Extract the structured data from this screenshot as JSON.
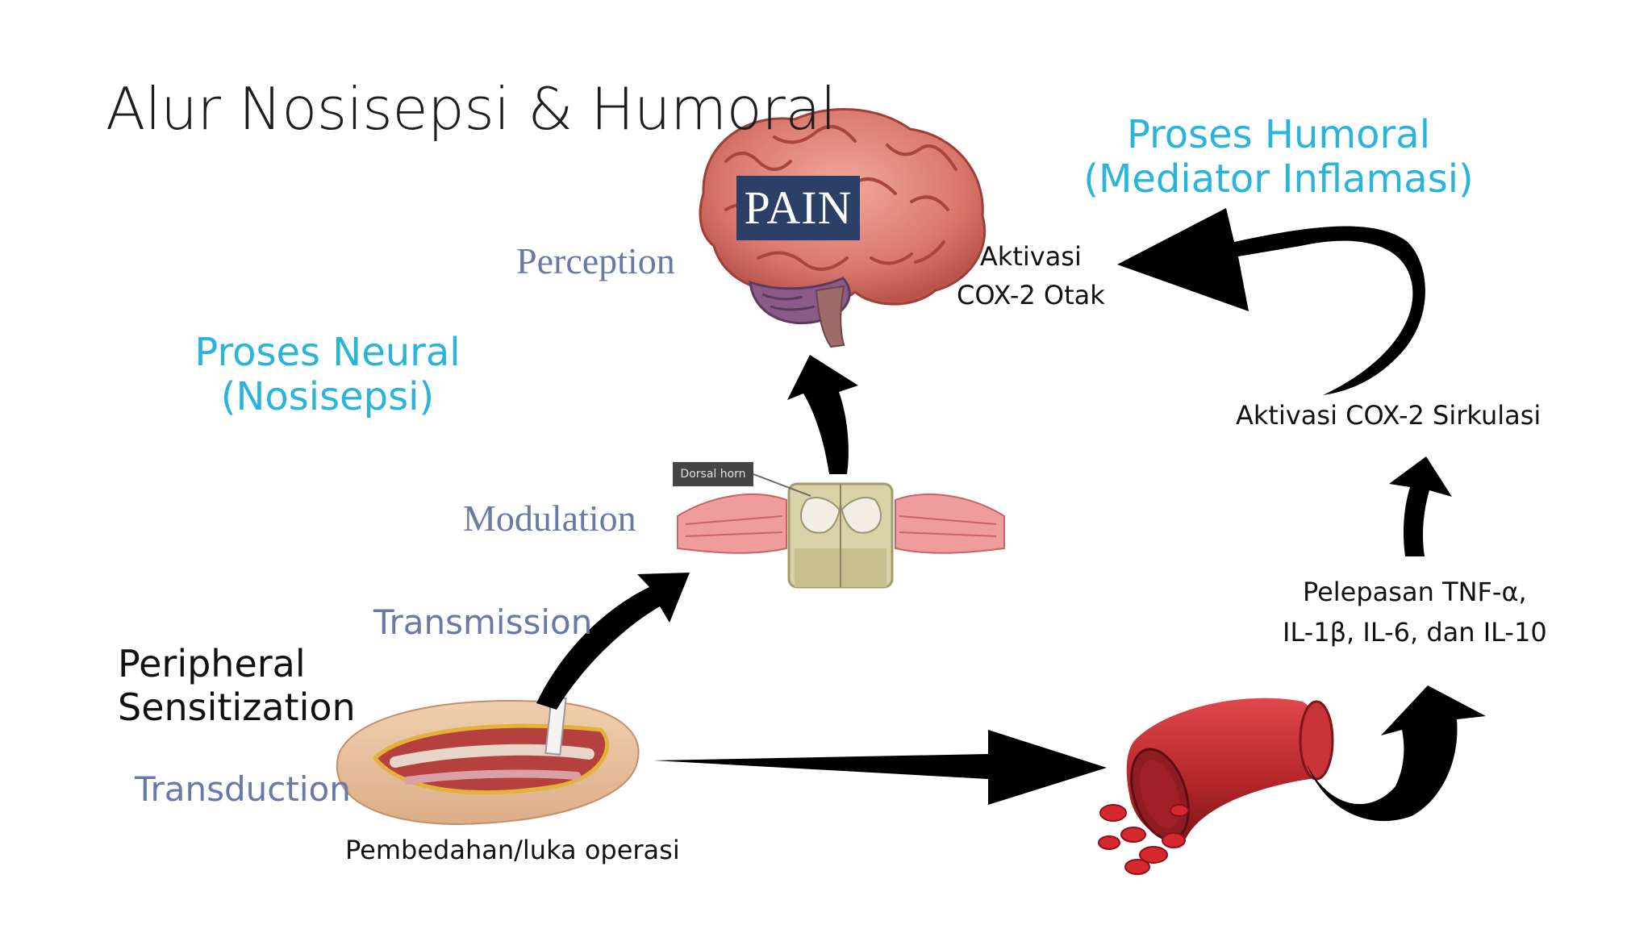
{
  "title": "Alur Nosisepsi & Humoral",
  "neural": {
    "line1": "Proses Neural",
    "line2": "(Nosisepsi)"
  },
  "humoral": {
    "line1": "Proses Humoral",
    "line2": "(Mediator Inflamasi)"
  },
  "stages": {
    "perception": "Perception",
    "modulation": "Modulation",
    "transmission": "Transmission",
    "transduction": "Transduction"
  },
  "peripheral": {
    "line1": "Peripheral",
    "line2": "Sensitization"
  },
  "pain_label": "PAIN",
  "dorsal_horn_label": "Dorsal horn",
  "surgery_caption": "Pembedahan/luka operasi",
  "cox_brain": {
    "line1": "Aktivasi",
    "line2": "COX-2 Otak"
  },
  "cox_circulation": "Aktivasi COX-2 Sirkulasi",
  "cytokines": {
    "line1": "Pelepasan TNF-α,",
    "line2": "IL-1β, IL-6, dan IL-10"
  },
  "colors": {
    "accent_cyan": "#2ab4dd",
    "stage_label": "#6878a8",
    "pain_box": "#2c3f66",
    "arrow": "#000000",
    "blood_vessel": "#b3262a",
    "brain": "#e08a80",
    "spinal_cord": "#d9d1a8"
  }
}
